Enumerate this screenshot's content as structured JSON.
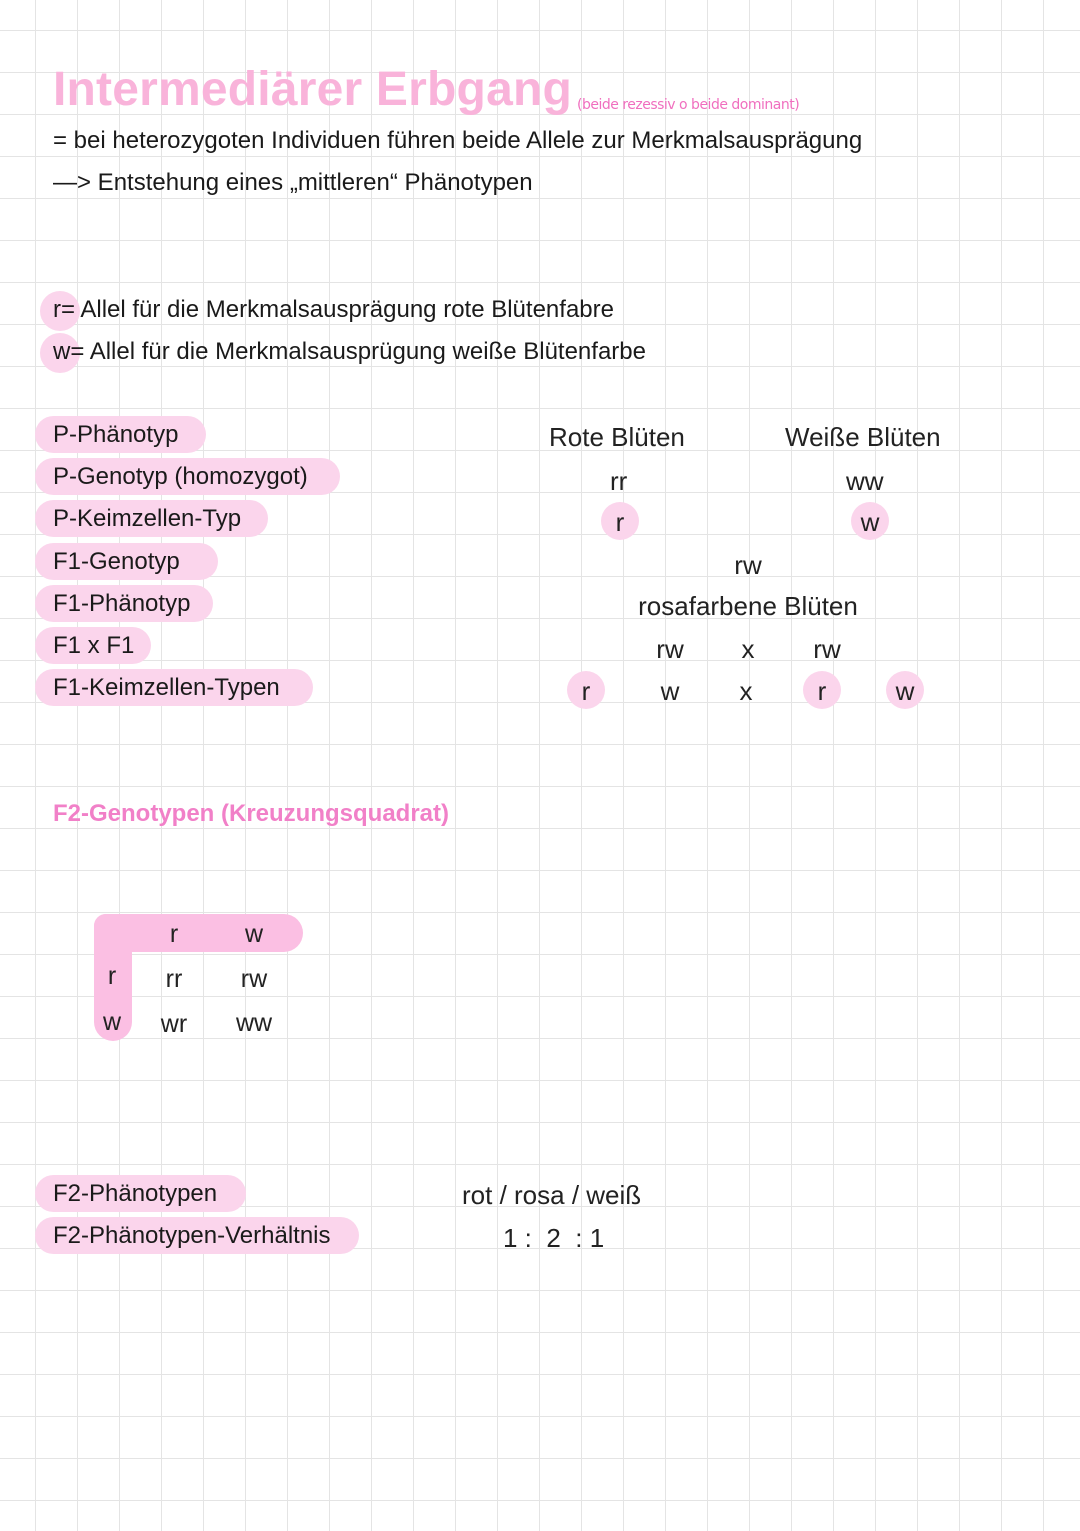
{
  "header": {
    "title": "Intermediärer Erbgang",
    "note": "(beide rezessiv o  beide dominant)",
    "definition": "= bei heterozygoten Individuen führen beide Allele zur Merkmalsausprägung",
    "consequence": "—> Entstehung eines „mittleren“ Phänotypen"
  },
  "alleles": [
    {
      "symbol": "r",
      "text": "= Allel für die Merkmalsausprägung rote Blütenfabre"
    },
    {
      "symbol": "w",
      "text": "= Allel für die Merkmalsausprügung weiße Blütenfarbe"
    }
  ],
  "crossing": {
    "labels": [
      "P-Phänotyp",
      "P-Genotyp (homozygot)",
      "P-Keimzellen-Typ",
      "F1-Genotyp",
      "F1-Phänotyp",
      "F1 x F1",
      "F1-Keimzellen-Typen"
    ],
    "p_phenotype": {
      "left": "Rote Blüten",
      "right": "Weiße Blüten"
    },
    "p_genotype": {
      "left": "rr",
      "right": "ww"
    },
    "p_gametes": {
      "left": "r",
      "right": "w"
    },
    "f1_genotype": "rw",
    "f1_phenotype": "rosafarbene Blüten",
    "f1_cross": {
      "left": "rw",
      "op": "x",
      "right": "rw"
    },
    "f1_gametes": {
      "a": "r",
      "b": "w",
      "op": "x",
      "c": "r",
      "d": "w"
    }
  },
  "f2": {
    "section_title": "F2-Genotypen (Kreuzungsquadrat)",
    "punnett": {
      "col_headers": [
        "r",
        "w"
      ],
      "row_headers": [
        "r",
        "w"
      ],
      "cells": [
        [
          "rr",
          "rw"
        ],
        [
          "wr",
          "ww"
        ]
      ]
    },
    "phenotypes_label": "F2-Phänotypen",
    "phenotypes_value": "rot / rosa / weiß",
    "ratio_label": "F2-Phänotypen-Verhältnis",
    "ratio_value": "1 :  2  : 1"
  },
  "colors": {
    "title_pink": "#f9b3da",
    "note_pink": "#f06fbf",
    "highlight_pink": "#fbd5ec",
    "punnett_pink": "#fbbfe3",
    "section_pink": "#f180c8",
    "grid": "#e4e4e4"
  }
}
